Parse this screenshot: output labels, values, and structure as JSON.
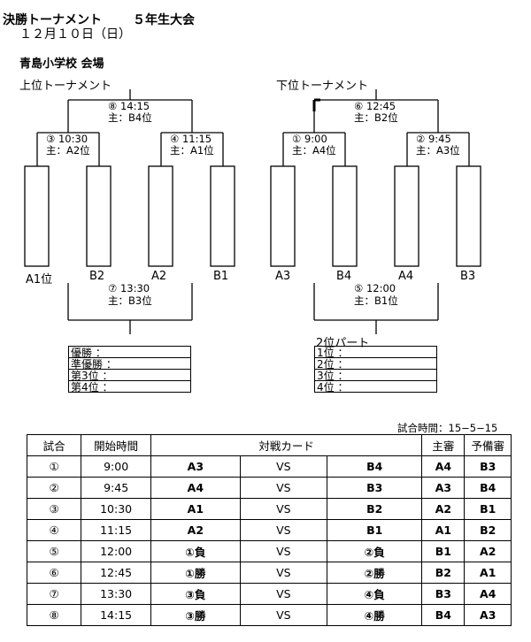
{
  "header": {
    "title": "決勝トーナメント",
    "grade": "５年生大会",
    "date": "１２月１０日（日）",
    "venue": "青島小学校 会場"
  },
  "upper": {
    "label": "上位トーナメント",
    "final": {
      "num_time": "⑧ 14:15",
      "ref": "主：B4位"
    },
    "semi_left": {
      "num_time": "③ 10:30",
      "ref": "主：A2位"
    },
    "semi_right": {
      "num_time": "④ 11:15",
      "ref": "主：A1位"
    },
    "third": {
      "num_time": "⑦ 13:30",
      "ref": "主：B3位"
    },
    "teams": [
      "A1位",
      "B2",
      "A2",
      "B1"
    ],
    "results": [
      "優勝 ：",
      "準優勝 ：",
      "第3位 ：",
      "第4位 ："
    ]
  },
  "lower": {
    "label": "下位トーナメント",
    "final": {
      "num_time": "⑥ 12:45",
      "ref": "主：B2位"
    },
    "semi_left": {
      "num_time": "① 9:00",
      "ref": "主：A4位"
    },
    "semi_right": {
      "num_time": "② 9:45",
      "ref": "主：A3位"
    },
    "third": {
      "num_time": "⑤ 12:00",
      "ref": "主：B1位"
    },
    "teams": [
      "A3",
      "B4",
      "A4",
      "B3"
    ],
    "results_label": "2位パート",
    "results": [
      "1位 ：",
      "2位 ：",
      "3位 ：",
      "4位 ："
    ]
  },
  "schedule": {
    "match_time_note": "試合時間：15−5−15",
    "headers": [
      "試合",
      "開始時間",
      "対戦カード",
      "主審",
      "予備審"
    ],
    "rows": [
      {
        "no": "①",
        "time": "9:00",
        "a": "A3",
        "vs": "VS",
        "b": "B4",
        "ref": "A4",
        "sub": "B3"
      },
      {
        "no": "②",
        "time": "9:45",
        "a": "A4",
        "vs": "VS",
        "b": "B3",
        "ref": "A3",
        "sub": "B4"
      },
      {
        "no": "③",
        "time": "10:30",
        "a": "A1",
        "vs": "VS",
        "b": "B2",
        "ref": "A2",
        "sub": "B1"
      },
      {
        "no": "④",
        "time": "11:15",
        "a": "A2",
        "vs": "VS",
        "b": "B1",
        "ref": "A1",
        "sub": "B2"
      },
      {
        "no": "⑤",
        "time": "12:00",
        "a": "①負",
        "vs": "VS",
        "b": "②負",
        "ref": "B1",
        "sub": "A2"
      },
      {
        "no": "⑥",
        "time": "12:45",
        "a": "①勝",
        "vs": "VS",
        "b": "②勝",
        "ref": "B2",
        "sub": "A1"
      },
      {
        "no": "⑦",
        "time": "13:30",
        "a": "③負",
        "vs": "VS",
        "b": "④負",
        "ref": "B3",
        "sub": "A4"
      },
      {
        "no": "⑧",
        "time": "14:15",
        "a": "③勝",
        "vs": "VS",
        "b": "④勝",
        "ref": "B4",
        "sub": "A3"
      }
    ]
  }
}
